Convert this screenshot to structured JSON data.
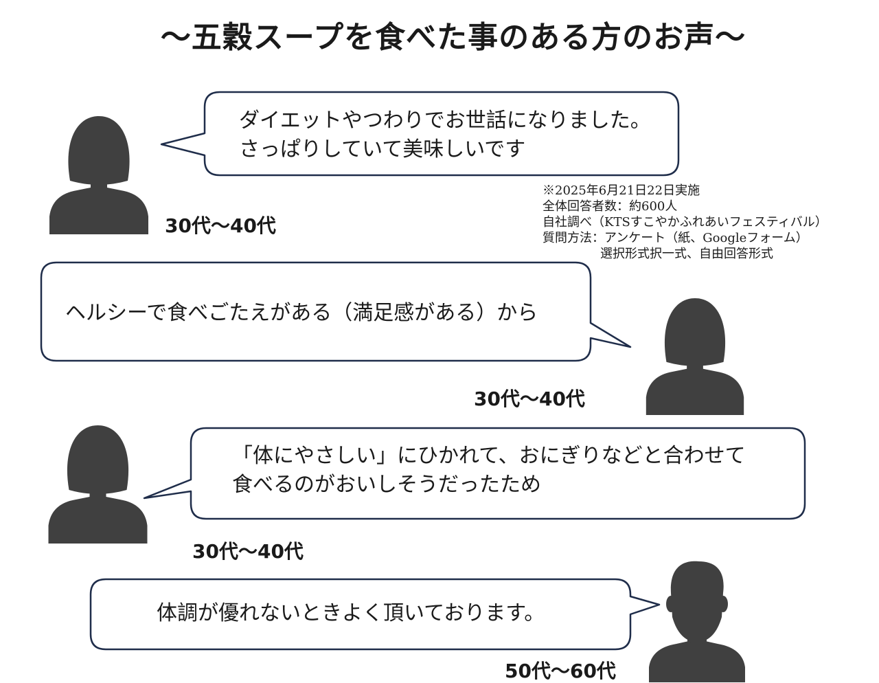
{
  "title": "～五穀スープを食べた事のある方のお声～",
  "colors": {
    "bubble_border": "#1f2d4a",
    "silhouette": "#404040"
  },
  "comments": [
    {
      "lines": [
        "ダイエットやつわりでお世話になりました。",
        "さっぱりしていて美味しいです"
      ],
      "age": "30代～40代",
      "icon": "woman-silhouette-icon"
    },
    {
      "lines": [
        "ヘルシーで食べごたえがある（満足感がある）から"
      ],
      "age": "30代～40代",
      "icon": "woman-silhouette-icon"
    },
    {
      "lines": [
        "「体にやさしい」にひかれて、おにぎりなどと合わせて",
        "食べるのがおいしそうだったため"
      ],
      "age": "30代～40代",
      "icon": "woman-silhouette-icon"
    },
    {
      "lines": [
        "体調が優れないときよく頂いております。"
      ],
      "age": "50代～60代",
      "icon": "man-silhouette-icon"
    }
  ],
  "note": [
    "※2025年6月21日22日実施",
    "全体回答者数：約600人",
    "自社調べ（KTSすこやかふれあいフェスティバル）",
    "質問方法：アンケート（紙、Googleフォーム）",
    "選択形式択一式、自由回答形式"
  ]
}
